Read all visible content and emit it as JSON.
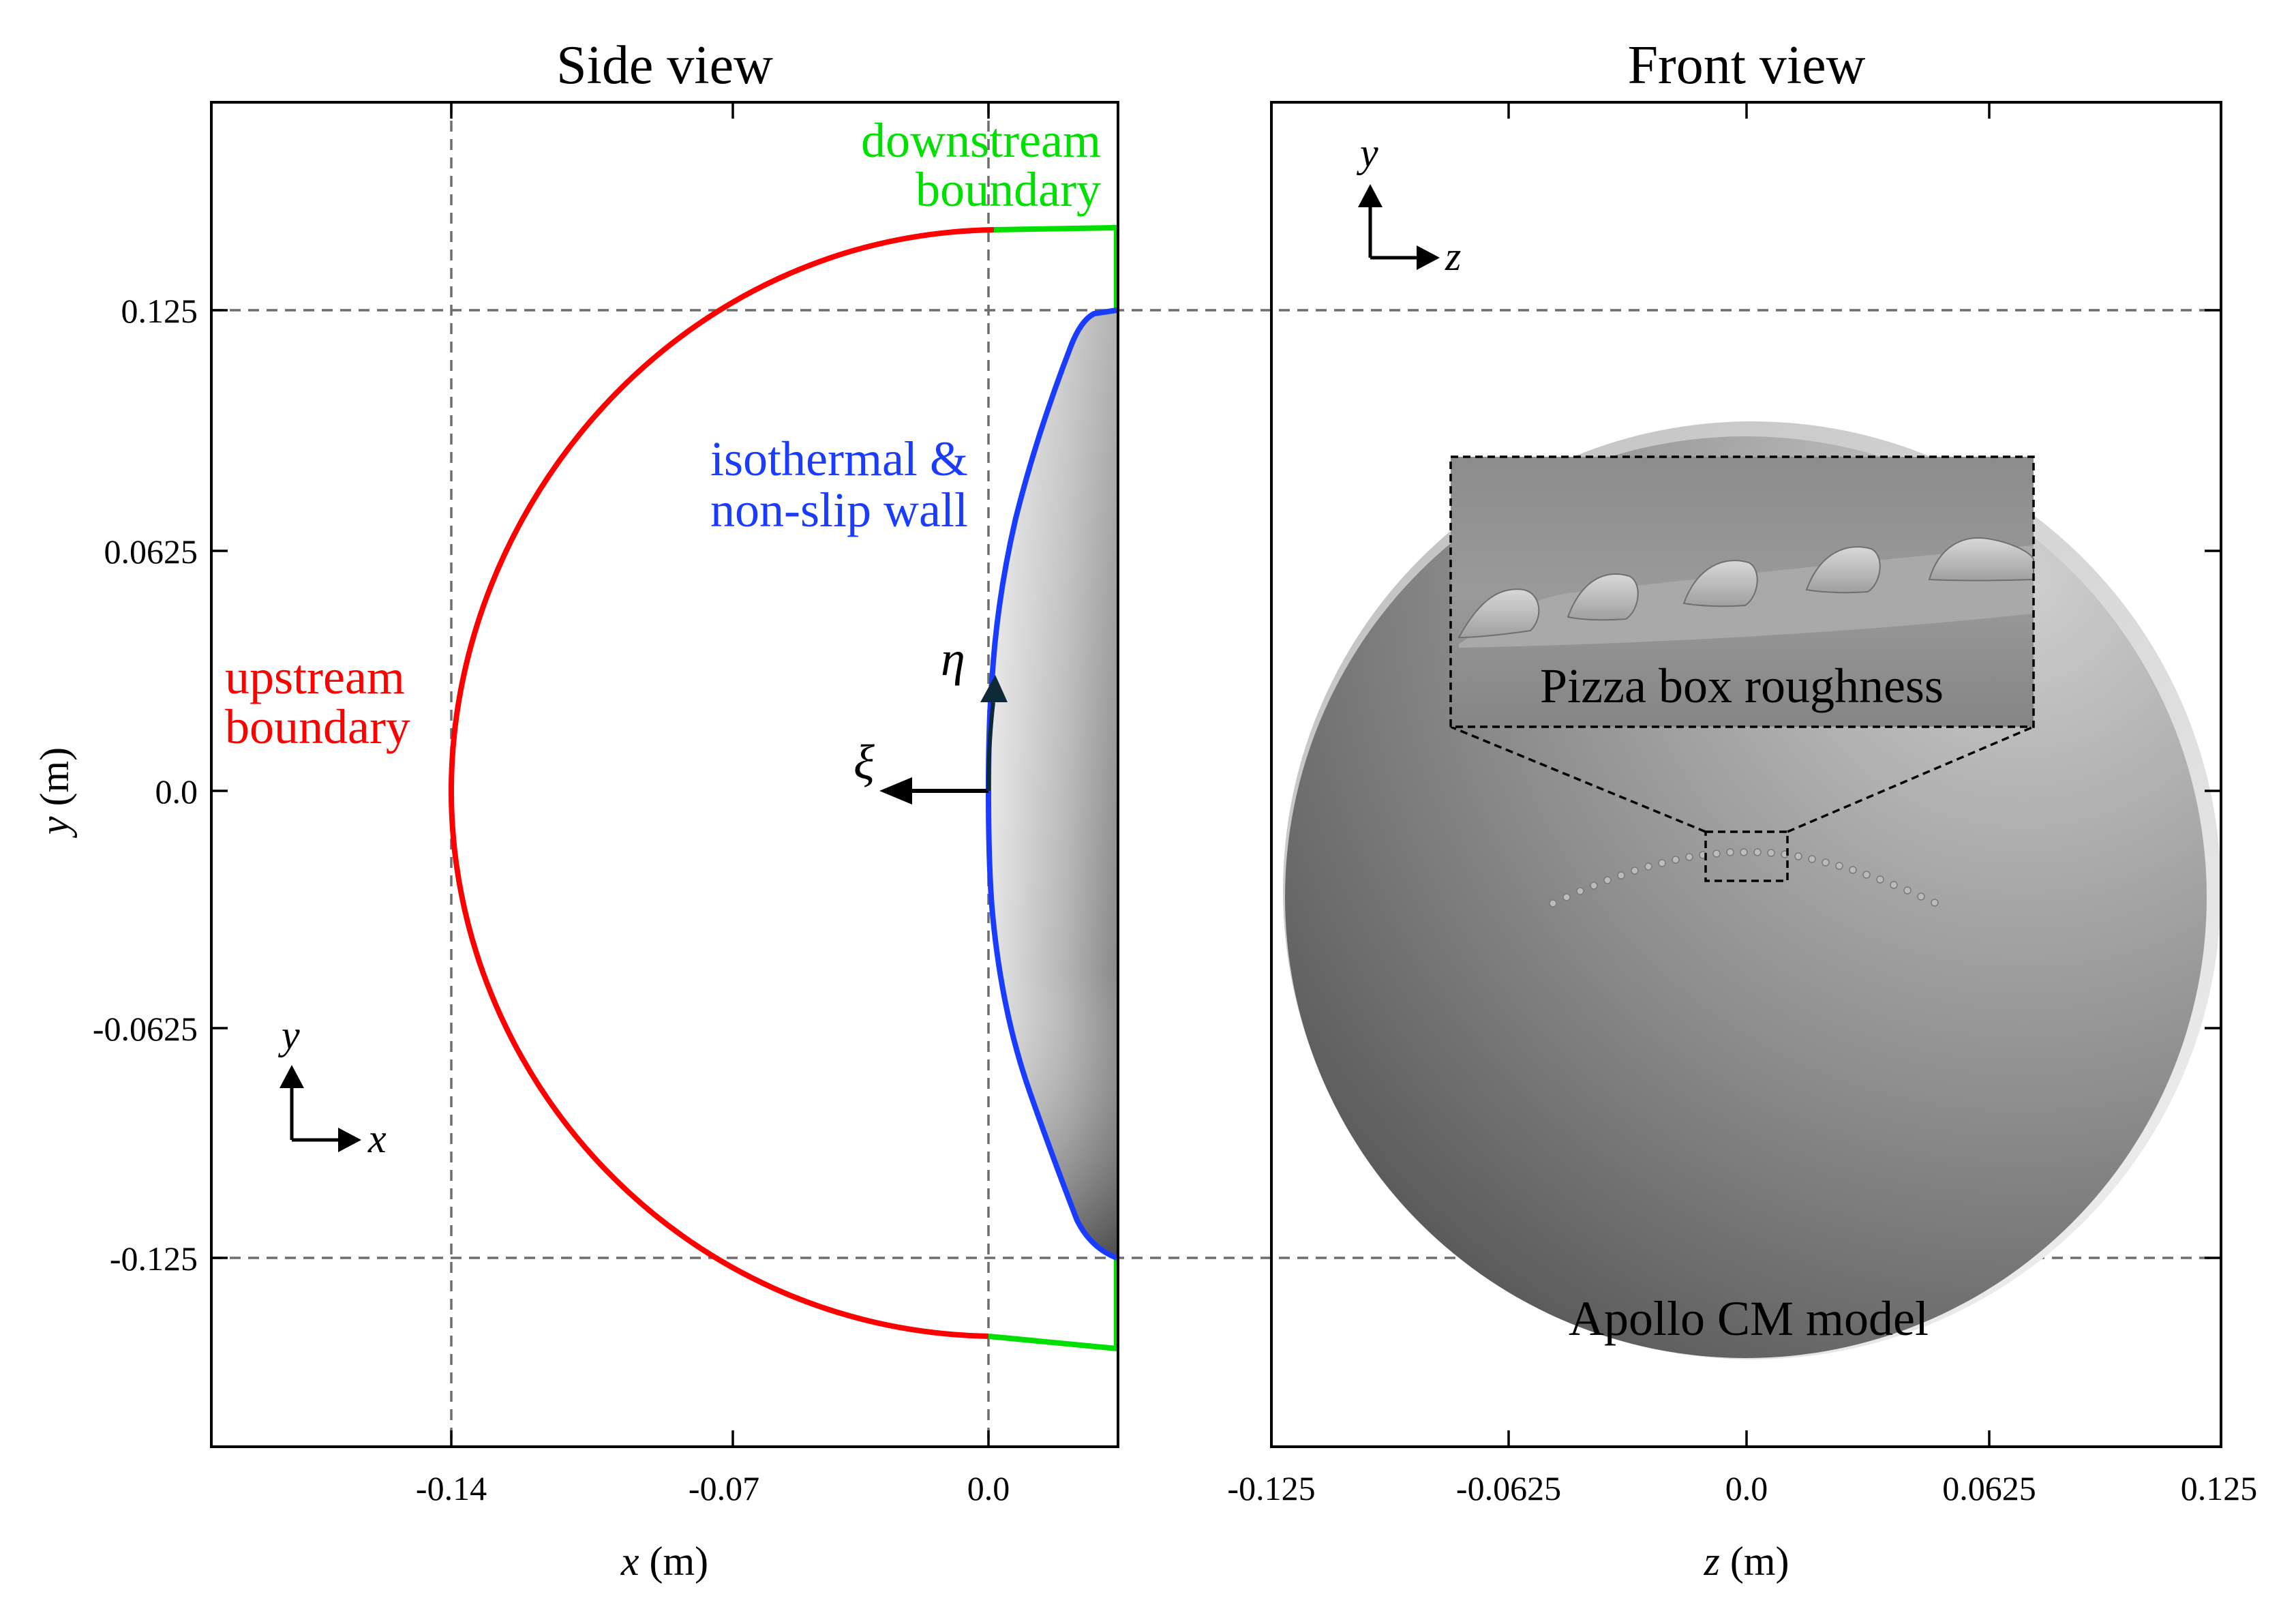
{
  "panels": {
    "side": {
      "title": "Side view",
      "xlabel_var": "x",
      "xlabel_unit": " (m)",
      "ylabel_var": "y",
      "ylabel_unit": " (m)",
      "xticks": [
        "-0.14",
        "-0.07",
        "0.0"
      ],
      "yticks": [
        "0.125",
        "0.0625",
        "0.0",
        "-0.0625",
        "-0.125"
      ],
      "labels": {
        "downstream": [
          "downstream",
          "boundary"
        ],
        "upstream": [
          "upstream",
          "boundary"
        ],
        "wall": [
          "isothermal &",
          "non-slip wall"
        ],
        "xi": "ξ",
        "eta": "η"
      },
      "axes_indicator": {
        "vertical": "y",
        "horizontal": "x"
      },
      "colors": {
        "upstream": "#ff0000",
        "downstream": "#00e000",
        "wall": "#1a3cff"
      }
    },
    "front": {
      "title": "Front view",
      "xlabel_var": "z",
      "xlabel_unit": " (m)",
      "xticks": [
        "-0.125",
        "-0.0625",
        "0.0",
        "0.0625",
        "0.125"
      ],
      "inset_label": "Pizza box roughness",
      "model_label": "Apollo CM model",
      "axes_indicator": {
        "vertical": "y",
        "horizontal": "z"
      }
    }
  }
}
